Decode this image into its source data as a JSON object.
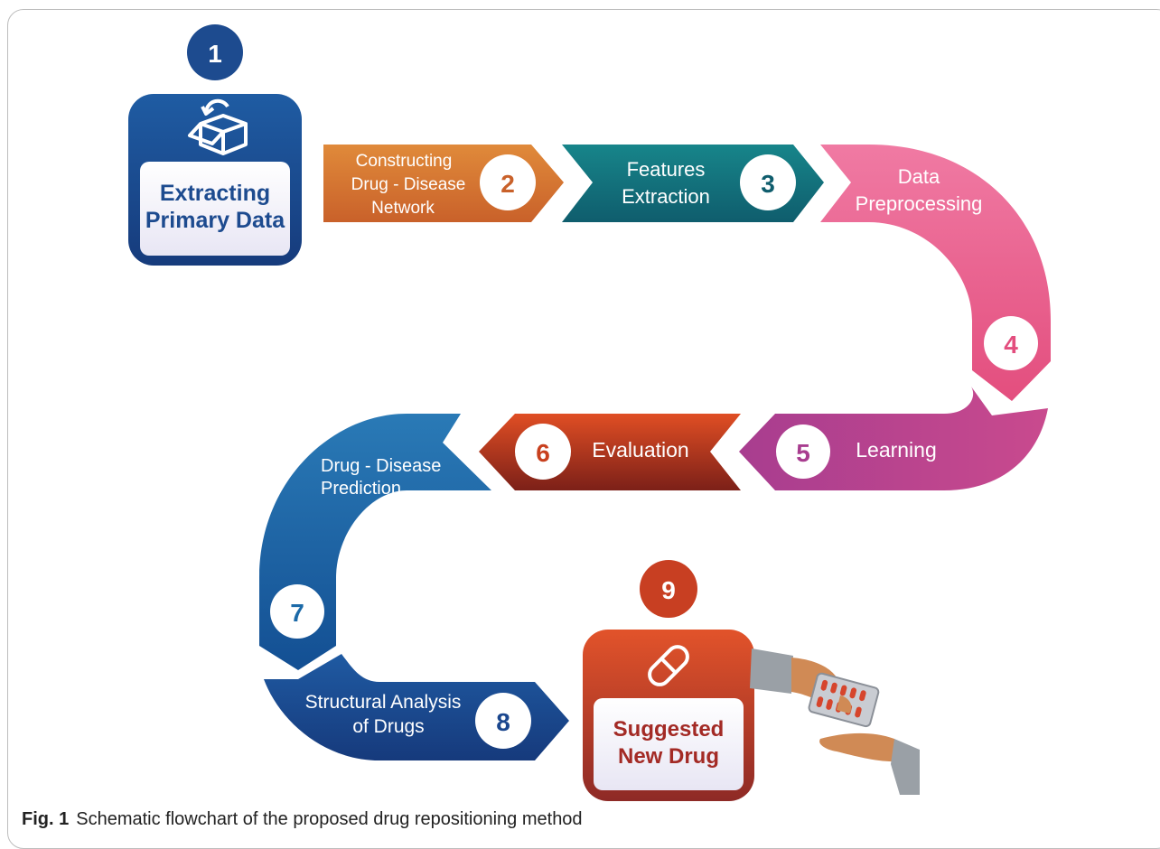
{
  "steps": [
    {
      "num": "1",
      "lines": [
        "Extracting",
        "Primary Data"
      ]
    },
    {
      "num": "2",
      "lines": [
        "Constructing",
        "Drug - Disease",
        "Network"
      ]
    },
    {
      "num": "3",
      "lines": [
        "Features",
        "Extraction"
      ]
    },
    {
      "num": "4",
      "lines": [
        "Data",
        "Preprocessing"
      ]
    },
    {
      "num": "5",
      "lines": [
        "Learning"
      ]
    },
    {
      "num": "6",
      "lines": [
        "Evaluation"
      ]
    },
    {
      "num": "7",
      "lines": [
        "Drug - Disease",
        "Prediction"
      ]
    },
    {
      "num": "8",
      "lines": [
        "Structural Analysis",
        "of Drugs"
      ]
    },
    {
      "num": "9",
      "lines": [
        "Suggested",
        "New Drug"
      ]
    }
  ],
  "caption": {
    "label": "Fig. 1",
    "text": "Schematic flowchart of the proposed drug repositioning method"
  },
  "icons": [
    "open-box-arrow-icon",
    "capsule-icon",
    "hands-pills-icon"
  ],
  "colors": {
    "step1": "#1d4b8f",
    "step2": "#d9762b",
    "step3": "#137a82",
    "step4": "#ee5b8c",
    "step5": "#b64996",
    "step6": "#c8401e",
    "step7": "#1c6aa8",
    "step8": "#1b478e",
    "step9": "#c83f22"
  }
}
